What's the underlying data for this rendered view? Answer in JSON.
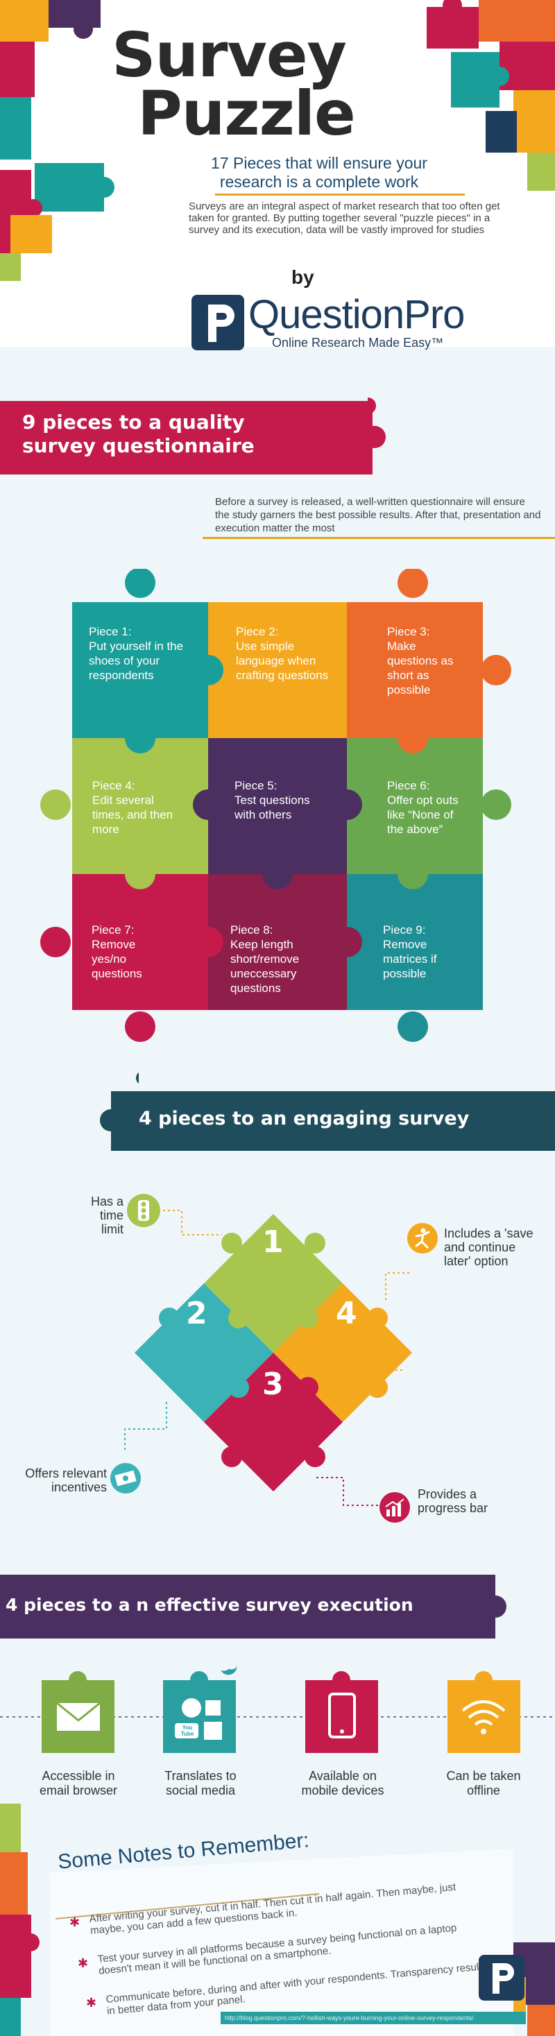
{
  "header": {
    "title_line1": "Survey",
    "title_line2": "Puzzle",
    "subtitle_line1": "17 Pieces that will ensure  your",
    "subtitle_line2": "research is a complete work",
    "intro": "Surveys are an integral aspect of market research that too often get taken for granted. By putting together several \"puzzle pieces\" in a survey and its execution, data will be vastly improved for studies",
    "by": "by",
    "logo_word": "QuestionPro",
    "logo_tagline": "Online Research Made Easy™"
  },
  "section1": {
    "title_line1": "9 pieces to a quality",
    "title_line2": "survey questionnaire",
    "intro": "Before a survey is released, a well-written questionnaire will ensure the study garners the best possible results. After that, presentation and execution matter the most",
    "pieces": [
      {
        "label": "Piece 1:",
        "text": "Put yourself in the shoes of your respondents",
        "color": "#1a9e9a"
      },
      {
        "label": "Piece 2:",
        "text": "Use simple language when crafting questions",
        "color": "#f4a81d"
      },
      {
        "label": "Piece 3:",
        "text": "Make questions as short as possible",
        "color": "#ec6a2c"
      },
      {
        "label": "Piece 4:",
        "text": "Edit several times, and then more",
        "color": "#a8c64e"
      },
      {
        "label": "Piece 5:",
        "text": "Test questions with others",
        "color": "#4a2f60"
      },
      {
        "label": "Piece 6:",
        "text": "Offer opt outs like “None of the above”",
        "color": "#6aa84f"
      },
      {
        "label": "Piece 7:",
        "text": "Remove yes/no questions",
        "color": "#c41a4c"
      },
      {
        "label": "Piece 8:",
        "text": "Keep length short/remove uneccessary questions",
        "color": "#8e1f4a"
      },
      {
        "label": "Piece 9:",
        "text": "Remove matrices if possible",
        "color": "#1e8f94"
      }
    ]
  },
  "section2": {
    "title": "4 pieces to an engaging survey",
    "numbers": [
      "1",
      "2",
      "3",
      "4"
    ],
    "callouts": {
      "time_limit": "Has a time limit",
      "save_continue": "Includes a 'save and continue later' option",
      "incentives": "Offers relevant incentives",
      "progress": "Provides a progress bar"
    }
  },
  "section3": {
    "title": "4 pieces to a n effective survey execution",
    "items": [
      {
        "label": "Accessible in email browser",
        "icon": "envelope-icon",
        "color": "#7fac45"
      },
      {
        "label": "Translates to social media",
        "icon": "social-media-icon",
        "color": "#2a9fa0"
      },
      {
        "label": "Available on mobile devices",
        "icon": "mobile-phone-icon",
        "color": "#c41a4c"
      },
      {
        "label": "Can be taken offline",
        "icon": "wifi-icon",
        "color": "#f4a81d"
      }
    ],
    "social_badge": "You Tube"
  },
  "notes": {
    "title": "Some Notes to Remember:",
    "items": [
      "After writing your survey, cut it in half. Then cut it in half again. Then maybe, just maybe, you can add a few questions back in.",
      "Test your survey in all platforms because a survey being functional on a laptop doesn't mean it will be functional on a smartphone.",
      "Communicate before, during and after with your respondents. Transparency results in better data from your panel."
    ],
    "footer_url": "http://blog.questionpro.com/?-hellish-ways-youre-burning-your-online-survey-respondents/"
  },
  "colors": {
    "magenta": "#c41a4c",
    "teal": "#1a9e9a",
    "orange": "#f4a81d",
    "purple": "#4a2f60",
    "lime": "#a8c64e",
    "navy": "#1e3d5c",
    "gold_rule": "#e8a320"
  }
}
